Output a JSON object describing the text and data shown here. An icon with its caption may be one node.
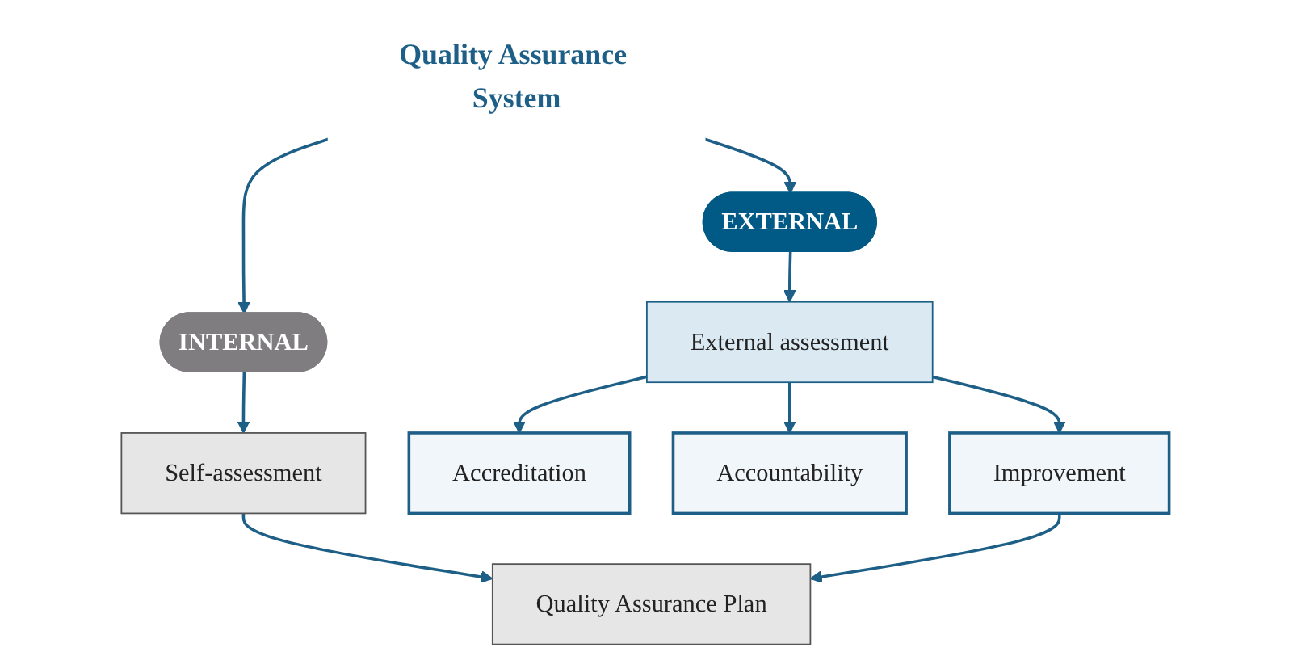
{
  "diagram": {
    "nodes": [
      {
        "text": [
          "Quality Assurance System"
        ]
      },
      {
        "text": [
          "INTERNAL"
        ]
      },
      {
        "text": [
          "EXTERNAL"
        ]
      },
      {
        "text": [
          "Self-assessment"
        ]
      },
      {
        "text": [
          "External assessment"
        ]
      },
      {
        "text": [
          "Accreditation"
        ]
      },
      {
        "text": [
          "Accountability"
        ]
      },
      {
        "text": [
          "Improvement"
        ]
      },
      {
        "text": [
          "Quality Assurance Plan"
        ]
      }
    ],
    "edges": [
      {
        "from": 0,
        "to": 1,
        "arrow": "to"
      },
      {
        "from": 0,
        "to": 2,
        "arrow": "to"
      },
      {
        "from": 1,
        "to": 3,
        "arrow": "to"
      },
      {
        "from": 2,
        "to": 4,
        "arrow": "to"
      },
      {
        "from": 3,
        "to": 8,
        "arrow": "to"
      },
      {
        "from": 4,
        "to": 5,
        "arrow": "to"
      },
      {
        "from": 4,
        "to": 6,
        "arrow": "to"
      },
      {
        "from": 4,
        "to": 7,
        "arrow": "to"
      },
      {
        "from": 7,
        "to": 8,
        "arrow": "to"
      }
    ]
  }
}
